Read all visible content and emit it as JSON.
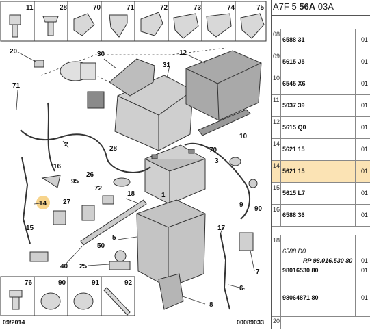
{
  "header": {
    "ref_a": "A7F 5",
    "ref_b": "56A",
    "ref_c": "03A"
  },
  "diagram": {
    "date": "09/2014",
    "code": "00089033",
    "thumbs_top": [
      "11",
      "28",
      "70",
      "71",
      "72",
      "73",
      "74",
      "75"
    ],
    "thumbs_bottom": [
      "76",
      "90",
      "91",
      "92"
    ],
    "callouts": [
      "20",
      "30",
      "31",
      "12",
      "71",
      "2",
      "16",
      "28",
      "26",
      "95",
      "72",
      "14",
      "27",
      "15",
      "18",
      "5",
      "50",
      "40",
      "25",
      "3",
      "70",
      "90",
      "10",
      "9",
      "8",
      "7",
      "6",
      "1",
      "17"
    ],
    "selected_callout": "14"
  },
  "parts": [
    {
      "idx": "08",
      "num": "6588 31",
      "qty": "01"
    },
    {
      "idx": "09",
      "num": "5615 J5",
      "qty": "01"
    },
    {
      "idx": "10",
      "num": "6545 X6",
      "qty": "01"
    },
    {
      "idx": "11",
      "num": "5037 39",
      "qty": "01"
    },
    {
      "idx": "12",
      "num": "5615 Q0",
      "qty": "01"
    },
    {
      "idx": "14",
      "num": "5621 15",
      "qty": "01",
      "selected": true
    },
    {
      "idx": "15",
      "num": "5615 L7",
      "qty": "01"
    },
    {
      "idx": "16",
      "num": "6588 36",
      "qty": "01"
    }
  ],
  "row18": {
    "idx": "18",
    "line1": "6588 D0",
    "line2": "RP 98.016.530 80",
    "line3": "98016530 80",
    "line4": "98064871 80",
    "qty2": "01",
    "qty3": "01",
    "qty4": "01"
  },
  "row20": {
    "idx": "20"
  }
}
